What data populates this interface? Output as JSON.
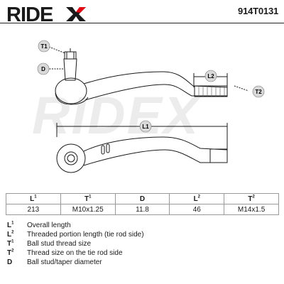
{
  "header": {
    "brand": "RIDEX",
    "part_number": "914T0131"
  },
  "drawing": {
    "labels": {
      "t1": "T1",
      "d": "D",
      "l2": "L2",
      "t2": "T2",
      "l1": "L1"
    }
  },
  "specs_table": {
    "headers": [
      {
        "key": "L",
        "sup": "1"
      },
      {
        "key": "T",
        "sup": "1"
      },
      {
        "key": "D",
        "sup": ""
      },
      {
        "key": "L",
        "sup": "2"
      },
      {
        "key": "T",
        "sup": "2"
      }
    ],
    "values": [
      "213",
      "M10x1.25",
      "11.8",
      "46",
      "M14x1.5"
    ]
  },
  "legend": [
    {
      "key": "L",
      "sup": "1",
      "desc": "Overall length"
    },
    {
      "key": "L",
      "sup": "2",
      "desc": "Threaded portion length (tie rod side)"
    },
    {
      "key": "T",
      "sup": "1",
      "desc": "Ball stud thread size"
    },
    {
      "key": "T",
      "sup": "2",
      "desc": "Thread size on the tie rod side"
    },
    {
      "key": "D",
      "sup": "",
      "desc": "Ball stud/taper diameter"
    }
  ]
}
